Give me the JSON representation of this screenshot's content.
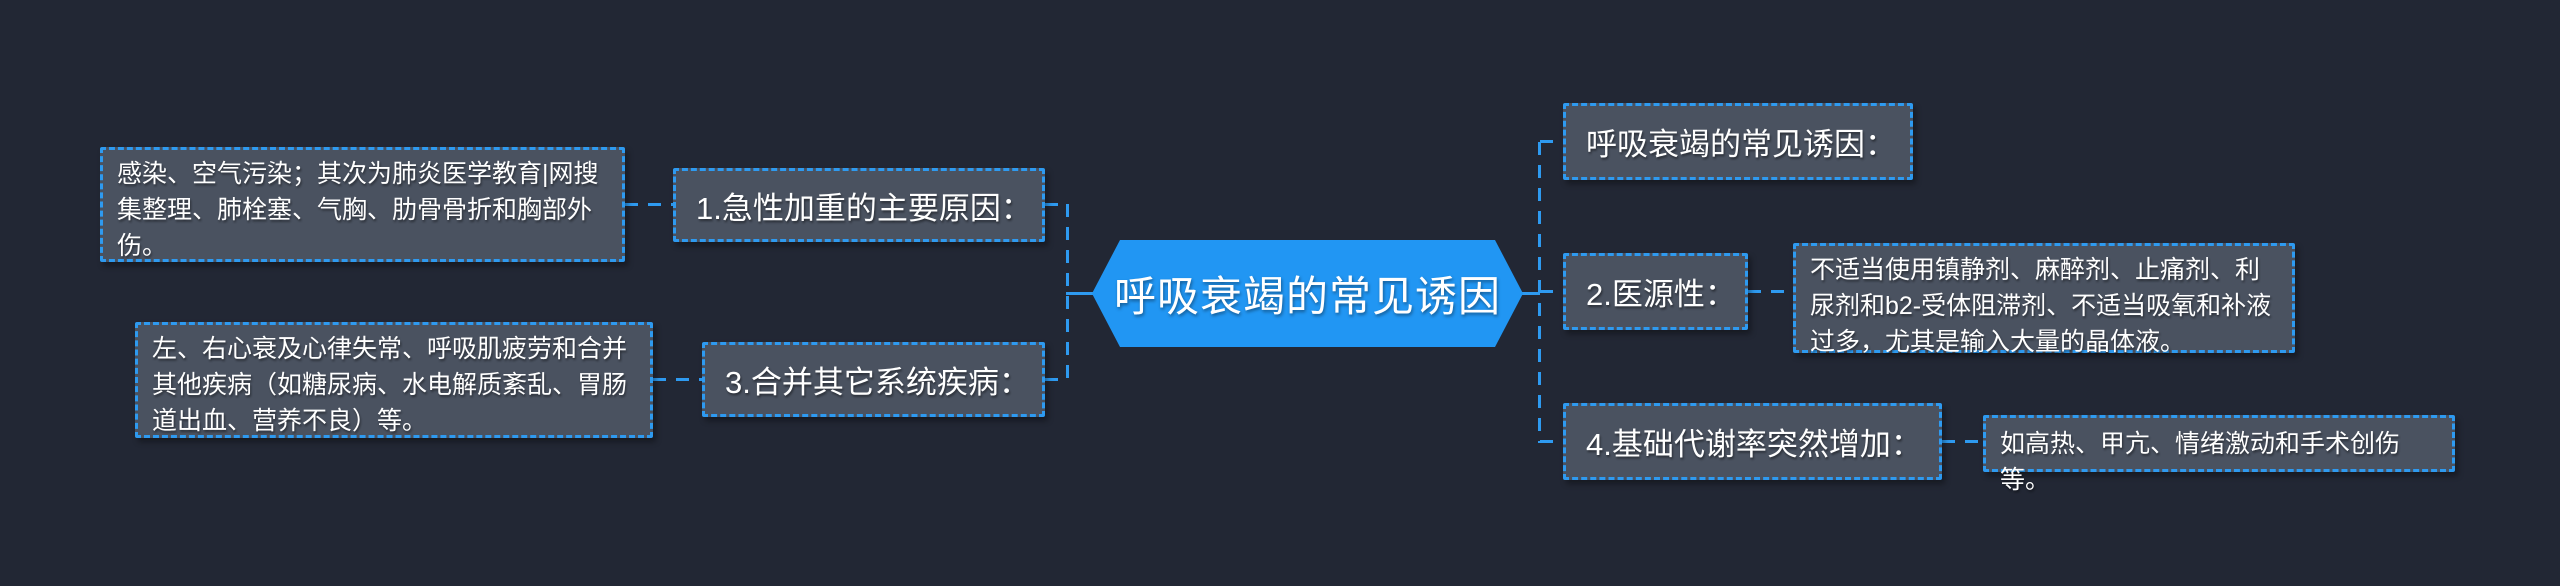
{
  "theme": {
    "bg": "#222734",
    "node_fill": "#4a5260",
    "line": "#2e9af0",
    "root_blue": "#2196f3",
    "text": "#ffffff"
  },
  "root": {
    "label": "呼吸衰竭的常见诱因"
  },
  "left_branches": [
    {
      "label": "1.急性加重的主要原因：",
      "detail": "感染、空气污染；其次为肺炎医学教育|网搜集整理、肺栓塞、气胸、肋骨骨折和胸部外伤。"
    },
    {
      "label": "3.合并其它系统疾病：",
      "detail": "左、右心衰及心律失常、呼吸肌疲劳和合并其他疾病（如糖尿病、水电解质紊乱、胃肠道出血、营养不良）等。"
    }
  ],
  "right_branches": [
    {
      "label": "呼吸衰竭的常见诱因：",
      "detail": ""
    },
    {
      "label": "2.医源性：",
      "detail": "不适当使用镇静剂、麻醉剂、止痛剂、利尿剂和b2-受体阻滞剂、不适当吸氧和补液过多，尤其是输入大量的晶体液。"
    },
    {
      "label": "4.基础代谢率突然增加：",
      "detail": "如高热、甲亢、情绪激动和手术创伤等。"
    }
  ]
}
